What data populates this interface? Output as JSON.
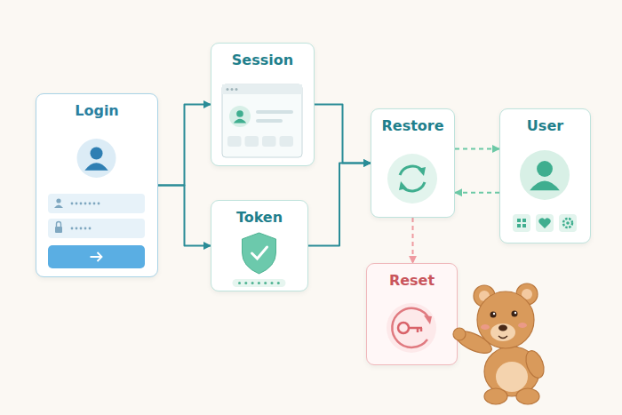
{
  "diagram": {
    "nodes": [
      {
        "text": [
          "Login"
        ]
      },
      {
        "text": [
          "Session"
        ]
      },
      {
        "text": [
          "Token"
        ]
      },
      {
        "text": [
          "Restore"
        ]
      },
      {
        "text": [
          "User"
        ]
      },
      {
        "text": [
          "Reset"
        ]
      }
    ],
    "edges": [
      {
        "from": 0,
        "to": 1,
        "arrow": "to"
      },
      {
        "from": 0,
        "to": 2,
        "arrow": "to"
      },
      {
        "from": 1,
        "to": 3,
        "arrow": "to"
      },
      {
        "from": 2,
        "to": 3,
        "arrow": "to"
      },
      {
        "from": 3,
        "to": 4,
        "arrow": "to"
      },
      {
        "from": 4,
        "to": 3,
        "arrow": "to"
      },
      {
        "from": 3,
        "to": 5,
        "arrow": "to"
      }
    ]
  }
}
